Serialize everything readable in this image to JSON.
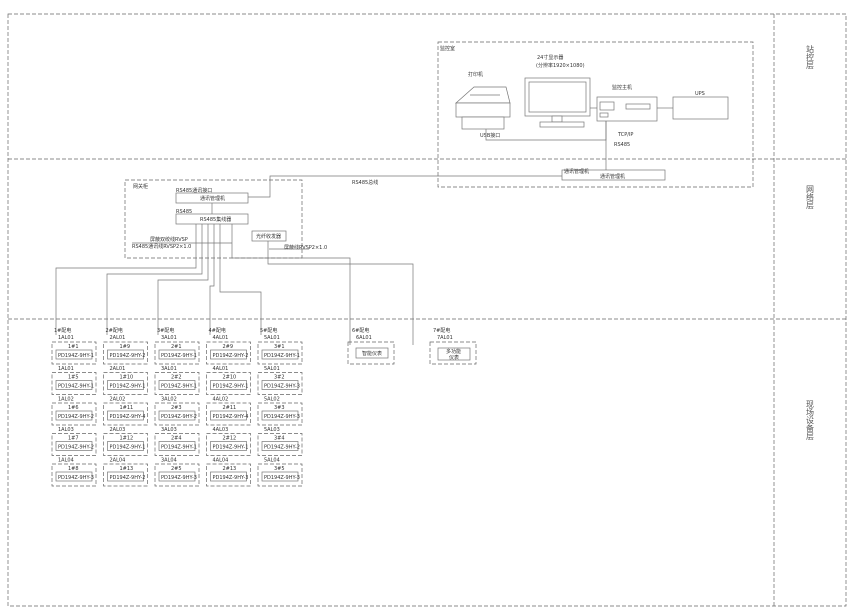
{
  "zones": {
    "top": "站控层",
    "middle": "网络层",
    "bottom": "现场设备层"
  },
  "station_group_label": "监控室",
  "printer": {
    "label": "打印机",
    "port_label": "USB接口"
  },
  "monitor": {
    "label": "24寸显示器",
    "sub": "(分辨率1920×1080)"
  },
  "host": {
    "label": "监控主机"
  },
  "ups": {
    "label": "UPS"
  },
  "link_label_1": "TCP/IP",
  "link_label_2": "RS485",
  "comm_box": {
    "small": "通讯管理机",
    "label": "通讯管理机"
  },
  "bus_label": "RS485总线",
  "gateway_group_label": "网关柜",
  "gateway": {
    "top_small": "RS485通讯接口",
    "top_label": "通讯管理机",
    "mid_small": "RS485",
    "mid_label": "RS485集线器",
    "side_label": "光纤收发器",
    "note_1": "屏蔽双绞线RVSP",
    "note_2": "RS485通讯线RVSP2×1.0",
    "note_3": "屏蔽线RVSP2×1.0"
  },
  "cabinets": [
    {
      "title": "1#配电",
      "code": "1AL01",
      "units": [
        {
          "name": "1#1",
          "model": "PD194Z-9HY-1"
        },
        {
          "name": "1#5",
          "model": "PD194Z-9HY-1"
        },
        {
          "name": "1#6",
          "model": "PD194Z-9HY-2"
        },
        {
          "name": "1#7",
          "model": "PD194Z-9HY-2"
        },
        {
          "name": "1#8",
          "model": "PD194Z-9HY-3"
        }
      ],
      "unit_codes": [
        "1AL01",
        "1AL02",
        "1AL03",
        "1AL04"
      ]
    },
    {
      "title": "2#配电",
      "code": "2AL01",
      "units": [
        {
          "name": "1#9",
          "model": "PD194Z-9HY-2"
        },
        {
          "name": "1#10",
          "model": "PD194Z-9HY-1"
        },
        {
          "name": "1#11",
          "model": "PD194Z-9HY-4"
        },
        {
          "name": "1#12",
          "model": "PD194Z-9HY-1"
        },
        {
          "name": "1#13",
          "model": "PD194Z-9HY-2"
        }
      ],
      "unit_codes": [
        "2AL01",
        "2AL02",
        "2AL03",
        "2AL04"
      ]
    },
    {
      "title": "3#配电",
      "code": "3AL01",
      "units": [
        {
          "name": "2#1",
          "model": "PD194Z-9HY-1"
        },
        {
          "name": "2#2",
          "model": "PD194Z-9HY-1"
        },
        {
          "name": "2#3",
          "model": "PD194Z-9HY-2"
        },
        {
          "name": "2#4",
          "model": "PD194Z-9HY-1"
        },
        {
          "name": "2#5",
          "model": "PD194Z-9HY-3"
        }
      ],
      "unit_codes": [
        "3AL01",
        "3AL02",
        "3AL03",
        "3AL04"
      ]
    },
    {
      "title": "4#配电",
      "code": "4AL01",
      "units": [
        {
          "name": "2#9",
          "model": "PD194Z-9HY-2"
        },
        {
          "name": "2#10",
          "model": "PD194Z-9HY-1"
        },
        {
          "name": "2#11",
          "model": "PD194Z-9HY-4"
        },
        {
          "name": "2#12",
          "model": "PD194Z-9HY-1"
        },
        {
          "name": "2#13",
          "model": "PD194Z-9HY-3"
        }
      ],
      "unit_codes": [
        "4AL01",
        "4AL02",
        "4AL03",
        "4AL04"
      ]
    },
    {
      "title": "5#配电",
      "code": "5AL01",
      "units": [
        {
          "name": "3#1",
          "model": "PD194Z-9HY-1"
        },
        {
          "name": "3#2",
          "model": "PD194Z-9HY-3"
        },
        {
          "name": "3#3",
          "model": "PD194Z-9HY-3"
        },
        {
          "name": "3#4",
          "model": "PD194Z-9HY-2"
        },
        {
          "name": "3#5",
          "model": "PD194Z-9HY-3"
        }
      ],
      "unit_codes": [
        "5AL01",
        "5AL02",
        "5AL03",
        "5AL04"
      ]
    }
  ],
  "extra_cabinets": [
    {
      "title": "6#配电",
      "code": "6AL01",
      "device": "智能仪表"
    },
    {
      "title": "7#配电",
      "code": "7AL01",
      "device_1": "多功能",
      "device_2": "仪表"
    }
  ]
}
